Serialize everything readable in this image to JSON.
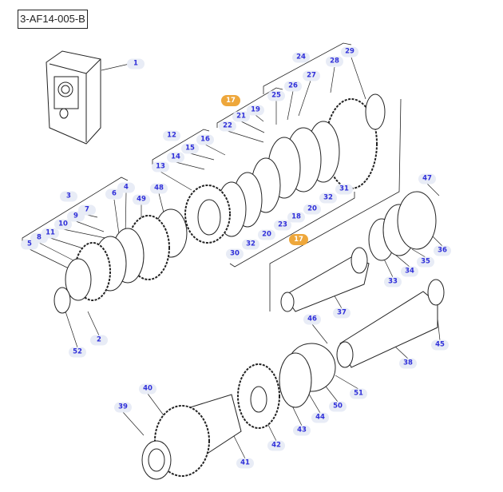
{
  "diagram_id": "3-AF14-005-B",
  "colors": {
    "label_bg": "#e8ecf6",
    "label_text": "#2f2fd9",
    "highlight": "#eea73b",
    "line": "#222222"
  },
  "callouts": [
    {
      "id": "c1",
      "text": "1"
    },
    {
      "id": "c17a",
      "text": "17",
      "highlight": true
    },
    {
      "id": "c24",
      "text": "24"
    },
    {
      "id": "c29",
      "text": "29"
    },
    {
      "id": "c28",
      "text": "28"
    },
    {
      "id": "c27",
      "text": "27"
    },
    {
      "id": "c26",
      "text": "26"
    },
    {
      "id": "c25",
      "text": "25"
    },
    {
      "id": "c19",
      "text": "19"
    },
    {
      "id": "c21",
      "text": "21"
    },
    {
      "id": "c22",
      "text": "22"
    },
    {
      "id": "c12",
      "text": "12"
    },
    {
      "id": "c16",
      "text": "16"
    },
    {
      "id": "c15",
      "text": "15"
    },
    {
      "id": "c14",
      "text": "14"
    },
    {
      "id": "c13",
      "text": "13"
    },
    {
      "id": "c47",
      "text": "47"
    },
    {
      "id": "c3",
      "text": "3"
    },
    {
      "id": "c6",
      "text": "6"
    },
    {
      "id": "c4",
      "text": "4"
    },
    {
      "id": "c49",
      "text": "49"
    },
    {
      "id": "c48",
      "text": "48"
    },
    {
      "id": "c7",
      "text": "7"
    },
    {
      "id": "c9",
      "text": "9"
    },
    {
      "id": "c10",
      "text": "10"
    },
    {
      "id": "c11",
      "text": "11"
    },
    {
      "id": "c8",
      "text": "8"
    },
    {
      "id": "c5",
      "text": "5"
    },
    {
      "id": "c31",
      "text": "31"
    },
    {
      "id": "c32a",
      "text": "32"
    },
    {
      "id": "c20a",
      "text": "20"
    },
    {
      "id": "c18",
      "text": "18"
    },
    {
      "id": "c23",
      "text": "23"
    },
    {
      "id": "c20b",
      "text": "20"
    },
    {
      "id": "c17b",
      "text": "17",
      "highlight": true
    },
    {
      "id": "c32b",
      "text": "32"
    },
    {
      "id": "c30",
      "text": "30"
    },
    {
      "id": "c36",
      "text": "36"
    },
    {
      "id": "c35",
      "text": "35"
    },
    {
      "id": "c34",
      "text": "34"
    },
    {
      "id": "c33",
      "text": "33"
    },
    {
      "id": "c37",
      "text": "37"
    },
    {
      "id": "c46",
      "text": "46"
    },
    {
      "id": "c45",
      "text": "45"
    },
    {
      "id": "c52",
      "text": "52"
    },
    {
      "id": "c2",
      "text": "2"
    },
    {
      "id": "c38",
      "text": "38"
    },
    {
      "id": "c51",
      "text": "51"
    },
    {
      "id": "c50",
      "text": "50"
    },
    {
      "id": "c44",
      "text": "44"
    },
    {
      "id": "c43",
      "text": "43"
    },
    {
      "id": "c42",
      "text": "42"
    },
    {
      "id": "c40",
      "text": "40"
    },
    {
      "id": "c39",
      "text": "39"
    },
    {
      "id": "c41",
      "text": "41"
    }
  ]
}
